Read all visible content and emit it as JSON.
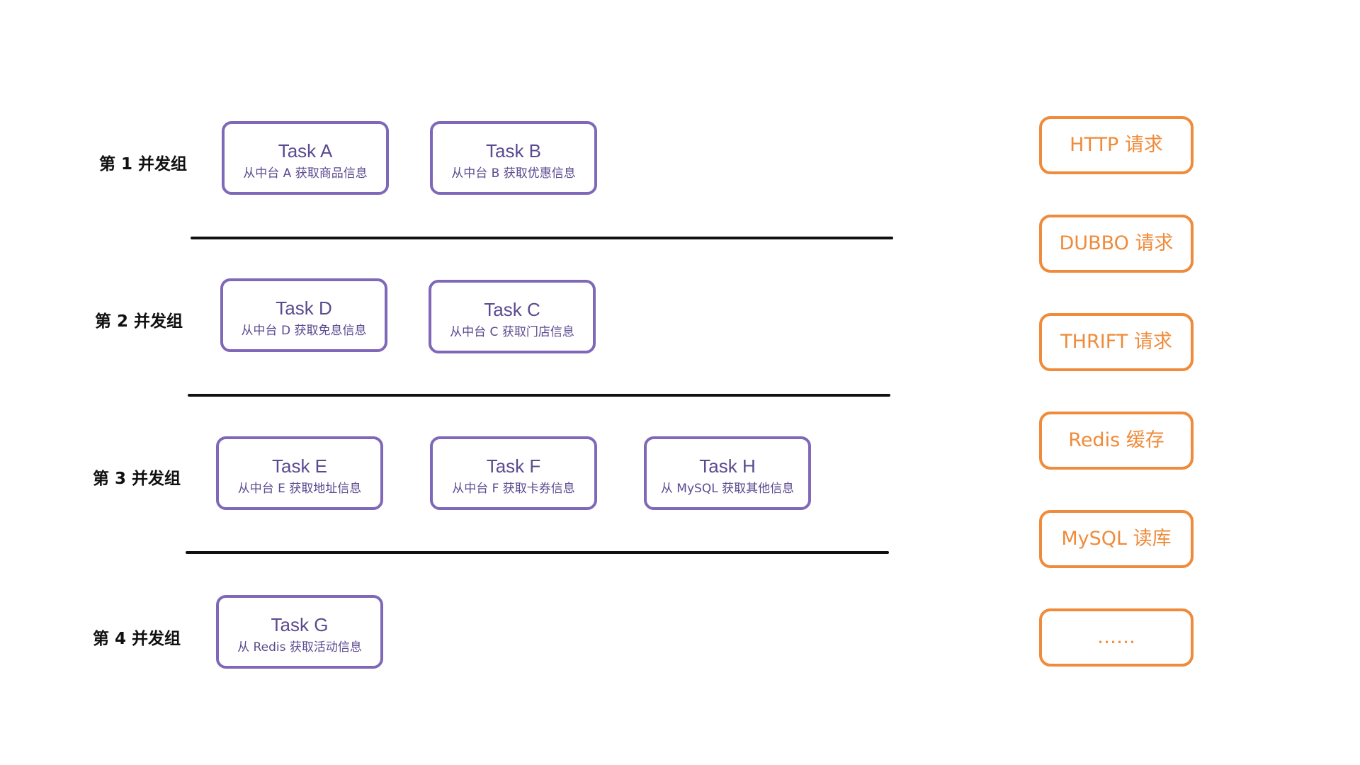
{
  "groups": [
    {
      "label": "第 1 并发组"
    },
    {
      "label": "第 2 并发组"
    },
    {
      "label": "第 3 并发组"
    },
    {
      "label": "第 4 并发组"
    }
  ],
  "tasks": [
    {
      "title": "Task A",
      "desc": "从中台 A 获取商品信息"
    },
    {
      "title": "Task B",
      "desc": "从中台 B 获取优惠信息"
    },
    {
      "title": "Task D",
      "desc": "从中台 D 获取免息信息"
    },
    {
      "title": "Task C",
      "desc": "从中台 C 获取门店信息"
    },
    {
      "title": "Task E",
      "desc": "从中台 E 获取地址信息"
    },
    {
      "title": "Task F",
      "desc": "从中台 F 获取卡券信息"
    },
    {
      "title": "Task H",
      "desc": "从 MySQL 获取其他信息"
    },
    {
      "title": "Task G",
      "desc": "从 Redis 获取活动信息"
    }
  ],
  "protocols": [
    {
      "label": "HTTP 请求"
    },
    {
      "label": "DUBBO 请求"
    },
    {
      "label": "THRIFT 请求"
    },
    {
      "label": "Redis 缓存"
    },
    {
      "label": "MySQL 读库"
    },
    {
      "label": "……"
    }
  ],
  "colors": {
    "task_border": "#7f68b8",
    "task_text": "#5b4a8f",
    "protocol_accent": "#ef8b3a",
    "divider": "#111111"
  }
}
